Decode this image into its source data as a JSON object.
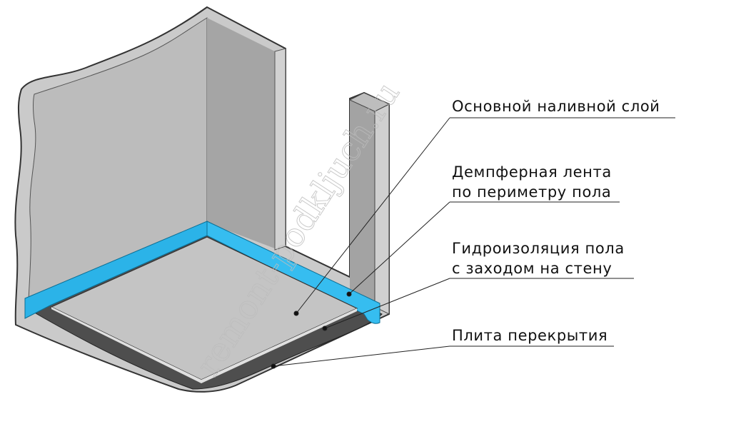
{
  "labels": [
    {
      "lines": [
        "Основной наливной слой"
      ]
    },
    {
      "lines": [
        "Демпферная лента",
        "по периметру пола"
      ]
    },
    {
      "lines": [
        "Гидроизоляция пола",
        "с заходом на стену"
      ]
    },
    {
      "lines": [
        "Плита перекрытия"
      ]
    }
  ],
  "watermark": "remont-podkljuch.ru",
  "colors": {
    "damper_tape": "#2bb3e8",
    "concrete": "#c6c6c6",
    "membrane": "#505050"
  }
}
